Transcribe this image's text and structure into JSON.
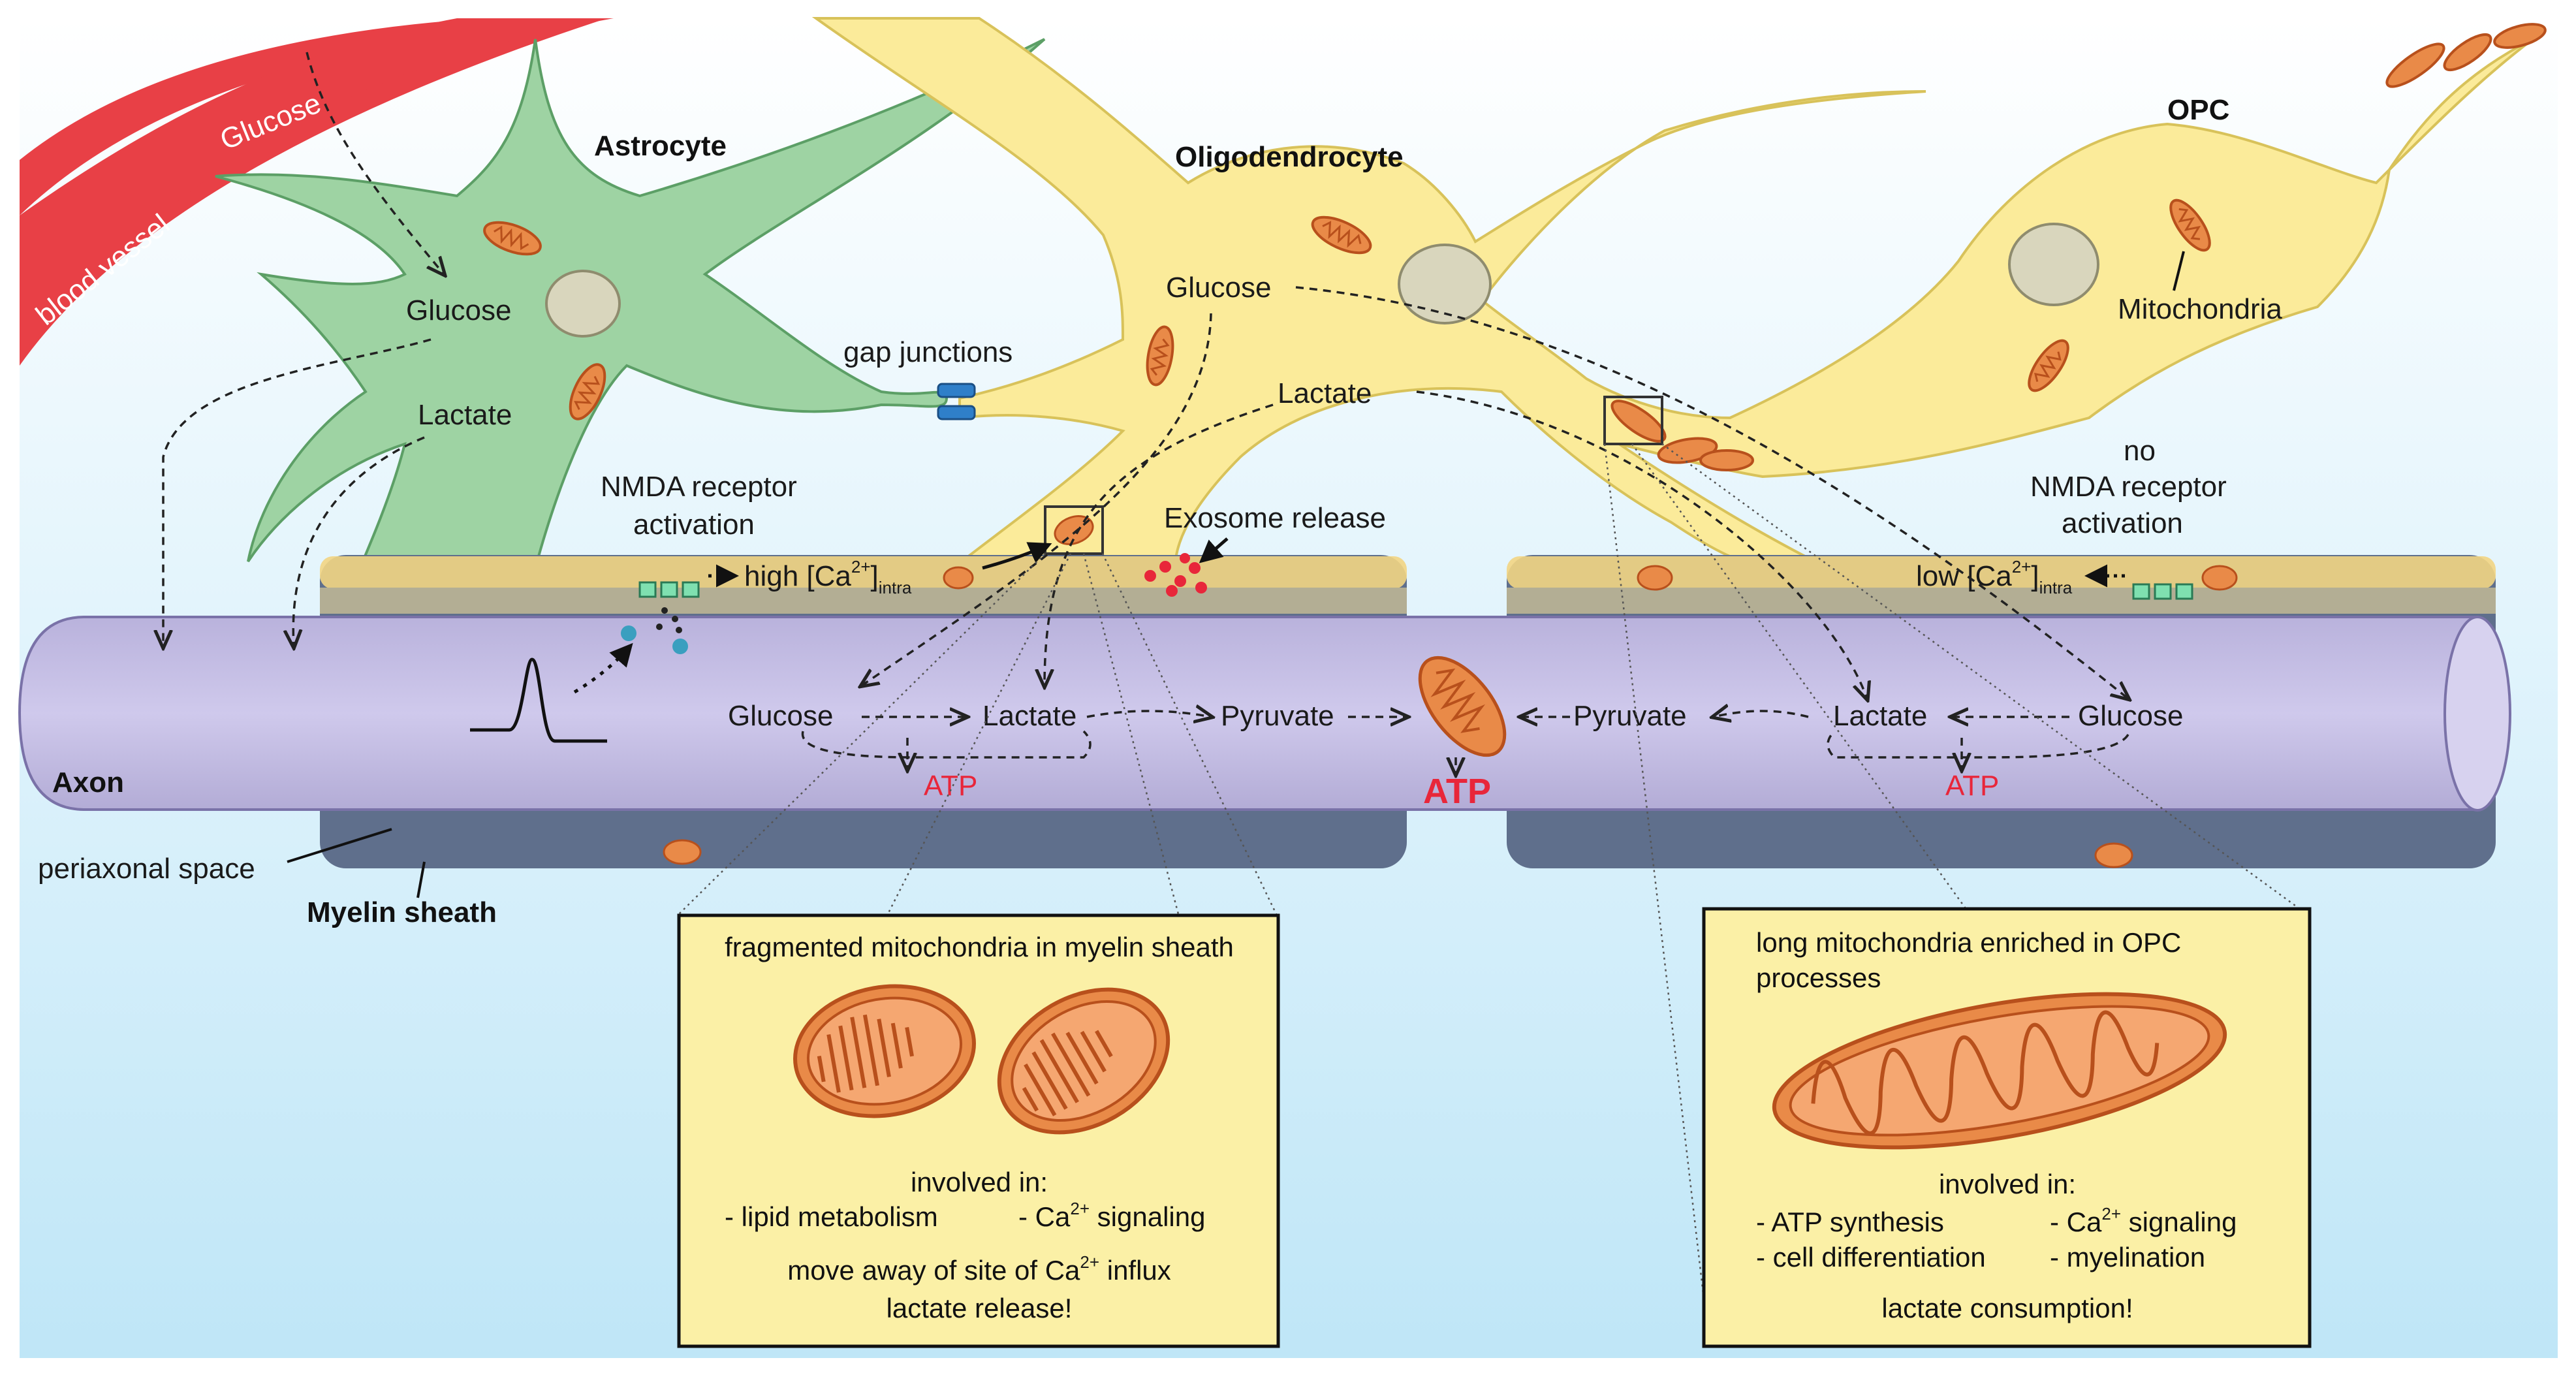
{
  "labels": {
    "blood_vessel": "blood vessel",
    "glucose_vessel": "Glucose",
    "astrocyte": "Astrocyte",
    "oligodendrocyte": "Oligodendrocyte",
    "opc": "OPC",
    "astro_glucose": "Glucose",
    "astro_lactate": "Lactate",
    "gap_junctions": "gap junctions",
    "oligo_glucose": "Glucose",
    "oligo_lactate": "Lactate",
    "mitochondria": "Mitochondria",
    "nmda_left_1": "NMDA receptor",
    "nmda_left_2": "activation",
    "nmda_right_1": "no",
    "nmda_right_2": "NMDA receptor",
    "nmda_right_3": "activation",
    "exosome": "Exosome release",
    "high_ca_pre": "high [Ca",
    "high_ca_sup": "2+",
    "high_ca_post": "]",
    "high_ca_sub": "intra",
    "low_ca_pre": "low [Ca",
    "low_ca_sup": "2+",
    "low_ca_post": "]",
    "low_ca_sub": "intra",
    "axon": "Axon",
    "periaxonal": "periaxonal space",
    "myelin": "Myelin sheath",
    "axon_glucose_left": "Glucose",
    "axon_lactate_left": "Lactate",
    "axon_pyruvate_left": "Pyruvate",
    "axon_atp_left": "ATP",
    "axon_atp_center": "ATP",
    "axon_pyruvate_right": "Pyruvate",
    "axon_lactate_right": "Lactate",
    "axon_glucose_right": "Glucose",
    "axon_atp_right": "ATP"
  },
  "box_left": {
    "title": "fragmented mitochondria in myelin sheath",
    "involved": "involved in:",
    "item1": "- lipid metabolism",
    "item2_pre": "- Ca",
    "item2_sup": "2+",
    "item2_post": " signaling",
    "line_a_pre": "move away of site of Ca",
    "line_a_sup": "2+",
    "line_a_post": " influx",
    "line_b": "lactate release!"
  },
  "box_right": {
    "title_1": "long mitochondria enriched in OPC",
    "title_2": "processes",
    "involved": "involved in:",
    "item1": "- ATP synthesis",
    "item2_pre": "- Ca",
    "item2_sup": "2+",
    "item2_post": " signaling",
    "item3": "- cell differentiation",
    "item4": "- myelination",
    "line_a": "lactate consumption!"
  },
  "colors": {
    "background_top": "#ffffff",
    "background_bottom": "#bfe6f7",
    "blood_vessel": "#e84046",
    "astrocyte": "#9ed3a3",
    "astrocyte_stroke": "#5c9f66",
    "oligodendrocyte": "#fbeb9a",
    "oligodendrocyte_stroke": "#d8c25a",
    "axon": "#c9c3e6",
    "axon_stroke": "#7a72a8",
    "myelin": "#5f6f8c",
    "myelin_inner": "#b3ae94",
    "mitochondria": "#e98a48",
    "mitochondria_stroke": "#b8501c",
    "box_fill": "#fbf0a6",
    "receptor": "#7fe0b0",
    "gap_junction": "#2f7fc9",
    "atp": "#e8263a"
  }
}
